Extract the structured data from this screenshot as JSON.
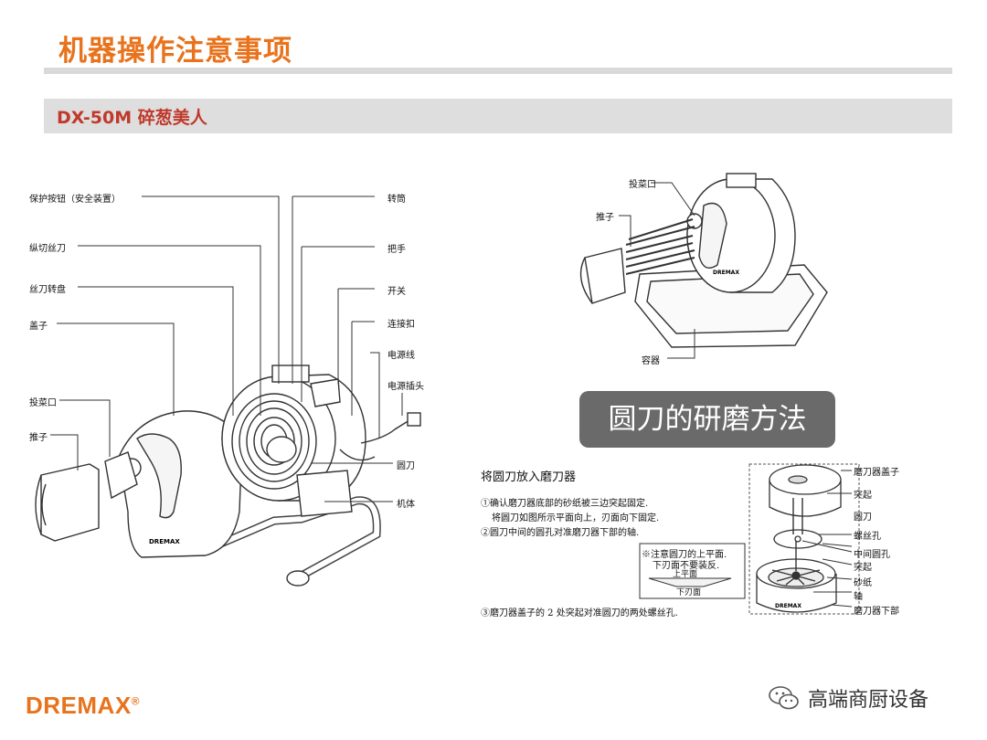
{
  "title": "机器操作注意事项",
  "model_bar": "DX-50M   碎葱美人",
  "left_labels": {
    "safety_button": "保护按钮（安全装置）",
    "julienne_blade": "纵切丝刀",
    "blade_disc": "丝刀转盘",
    "lid": "盖子",
    "feed_port": "投菜口",
    "pusher": "推子",
    "drum": "转筒",
    "handle": "把手",
    "switch": "开关",
    "clip": "连接扣",
    "power_cord": "电源线",
    "plug": "电源插头",
    "round_blade": "圆刀",
    "body": "机体",
    "brand_on_body": "DREMAX"
  },
  "right_labels": {
    "feed_port": "投菜口",
    "pusher": "推子",
    "container": "容器",
    "brand_on_body": "DREMAX"
  },
  "method_box": "圆刀的研磨方法",
  "instructions": {
    "heading": "将圆刀放入磨刀器",
    "step1a": "①确认磨刀器底部的砂纸被三边突起固定.",
    "step1b": "将圆刀如图所示平面向上，刃面向下固定.",
    "step2": "②圆刀中间的圆孔对准磨刀器下部的轴.",
    "note1": "※注意圆刀的上平面.",
    "note2": "下刃面不要装反.",
    "upper_face": "上平面",
    "lower_face": "下刃面",
    "step3": "③磨刀器盖子的 2 处突起对准圆刀的两处螺丝孔."
  },
  "sharpener_labels": {
    "cover": "磨刀器盖子",
    "protrusion1": "突起",
    "round_blade": "圆刀",
    "screw_hole": "螺丝孔",
    "center_hole": "中间圆孔",
    "protrusion2": "突起",
    "sandpaper": "砂纸",
    "shaft": "轴",
    "lower_part": "磨刀器下部",
    "brand_on_part": "DREMAX"
  },
  "logo": {
    "text": "DREMAX",
    "mark": "®"
  },
  "watermark": "高端商厨设备",
  "colors": {
    "accent": "#e8731c",
    "model_text": "#c0392b",
    "rule": "#d9d9d9",
    "method_bg": "#6a6a6a"
  }
}
